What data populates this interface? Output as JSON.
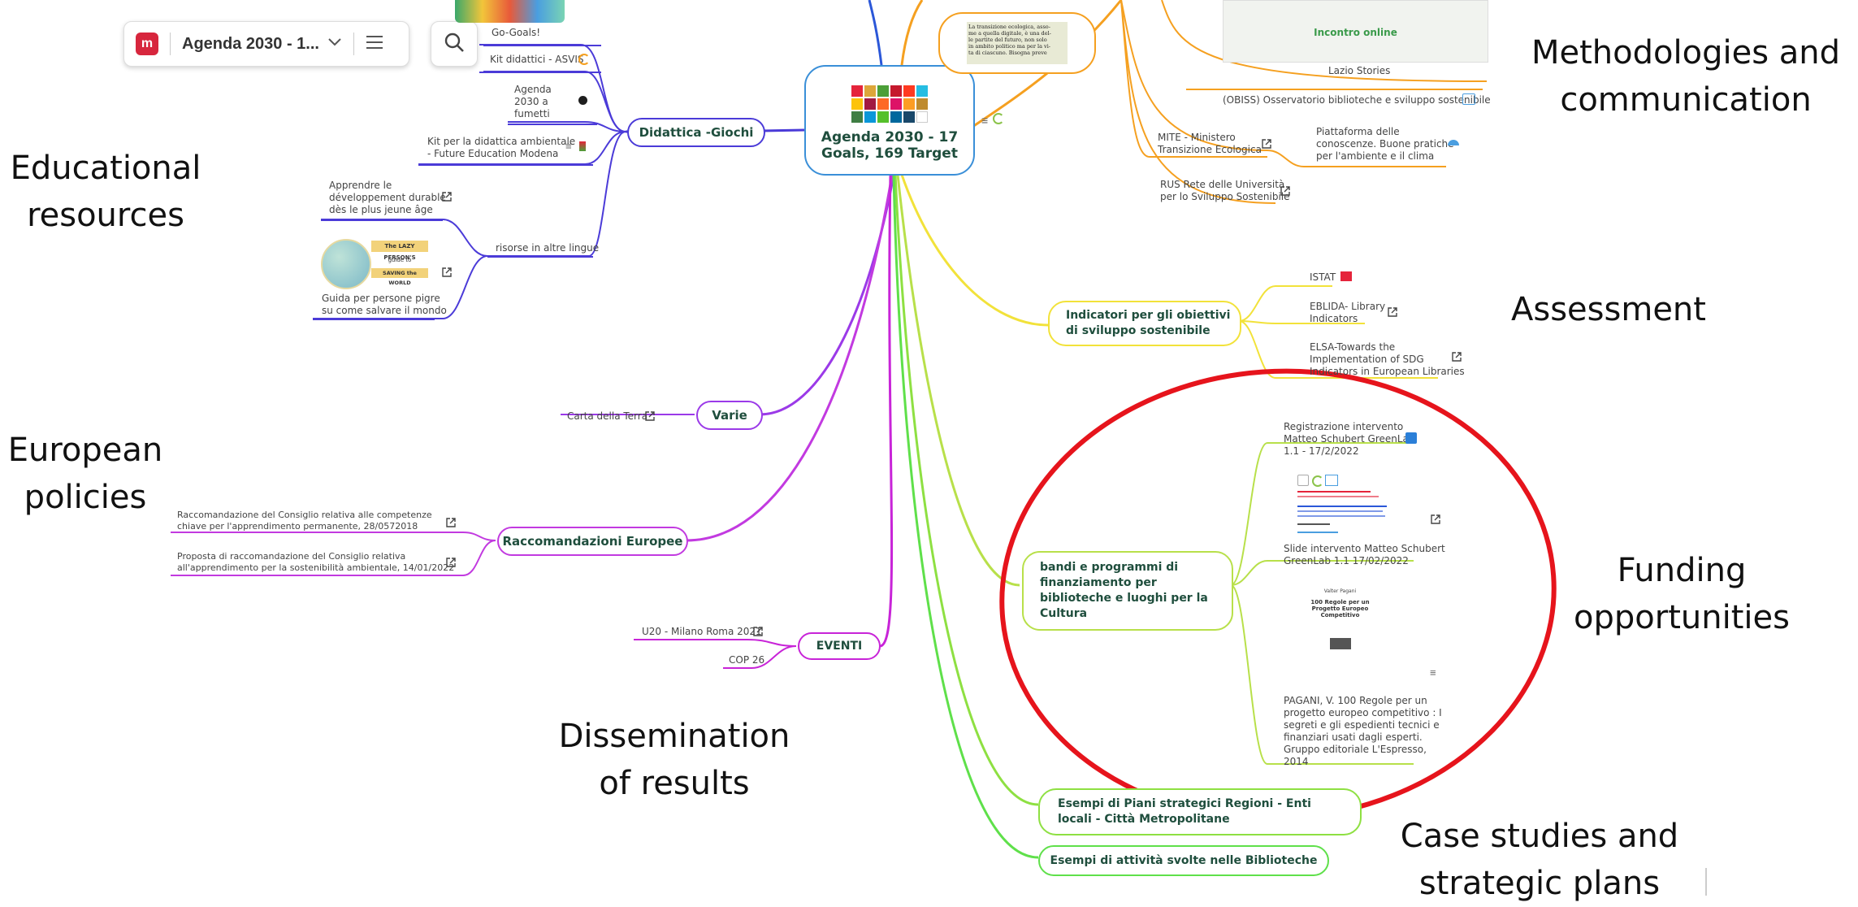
{
  "toolbar": {
    "title": "Agenda 2030 - 1...",
    "logo_text": "m"
  },
  "center": {
    "title_line1": "Agenda 2030 - 17",
    "title_line2": "Goals, 169 Target"
  },
  "quote_snippet": {
    "line1": "La transizione ecologica, asso-",
    "line2": "me a quella digitale, è una del-",
    "line3": "le partite del futuro, non solo",
    "line4": "in ambito politico ma per la vi-",
    "line5": "ta di ciascuno. Bisogna preve"
  },
  "branches": {
    "didattica": {
      "label": "Didattica -Giochi",
      "go_goals": "Go-Goals!",
      "kit_asvis": "Kit didattici - ASVIS",
      "fumetti_l1": "Agenda",
      "fumetti_l2": "2030 a",
      "fumetti_l3": "fumetti",
      "kit_amb_l1": "Kit per la didattica ambientale",
      "kit_amb_l2": "- Future Education Modena",
      "risorse": "risorse in altre lingue",
      "apprendre_l1": "Apprendre le",
      "apprendre_l2": "développement durable",
      "apprendre_l3": "dès le plus jeune âge",
      "lazy_l1": "Guida per persone pigre",
      "lazy_l2": "su come salvare il mondo",
      "lazy_img_l1": "The LAZY PERSON'S",
      "lazy_img_l2": "guide to",
      "lazy_img_l3": "SAVING the WORLD"
    },
    "varie": {
      "label": "Varie",
      "carta": "Carta della Terra"
    },
    "raccomandazioni": {
      "label": "Raccomandazioni Europee",
      "racc1_l1": "Raccomandazione del Consiglio relativa alle competenze",
      "racc1_l2": "chiave per l'apprendimento permanente, 28/0572018",
      "racc2_l1": "Proposta di raccomandazione del Consiglio relativa",
      "racc2_l2": "all'apprendimento per la sostenibilità ambientale, 14/01/2022"
    },
    "eventi": {
      "label": "EVENTI",
      "u20": "U20 - Milano Roma 2021",
      "cop": "COP 26"
    },
    "metodologie": {
      "incontro": "Incontro online",
      "lazio": "Lazio Stories",
      "obiss": "(OBISS) Osservatorio biblioteche e sviluppo sostenibile",
      "mite_l1": "MITE - Ministero",
      "mite_l2": "Transizione Ecologica",
      "piatt_l1": "Piattaforma delle",
      "piatt_l2": "conoscenze. Buone pratiche",
      "piatt_l3": "per l'ambiente e il clima",
      "rus_l1": "RUS Rete delle Università",
      "rus_l2": "per lo Sviluppo Sostenibile"
    },
    "indicatori": {
      "label_l1": "Indicatori per gli obiettivi",
      "label_l2": "di sviluppo sostenibile",
      "istat": "ISTAT",
      "eblida_l1": "EBLIDA- Library",
      "eblida_l2": "Indicators",
      "elsa_l1": "ELSA-Towards the",
      "elsa_l2": "Implementation of SDG",
      "elsa_l3": "Indicators in European Libraries"
    },
    "bandi": {
      "label_l1": "bandi e programmi di",
      "label_l2": "finanziamento per",
      "label_l3": "biblioteche e luoghi per la",
      "label_l4": "Cultura",
      "reg_l1": "Registrazione intervento",
      "reg_l2": "Matteo Schubert GreenLab",
      "reg_l3": "1.1 - 17/2/2022",
      "slide_l1": "Slide intervento Matteo Schubert",
      "slide_l2": "GreenLab 1.1 17/02/2022",
      "book_l1": "Valter Pagani",
      "book_l2": "100 Regole per un",
      "book_l3": "Progetto Europeo",
      "book_l4": "Competitivo",
      "pagani_l1": "PAGANI, V. 100 Regole per un",
      "pagani_l2": "progetto europeo competitivo : I",
      "pagani_l3": "segreti e gli espedienti tecnici e",
      "pagani_l4": "finanziari usati dagli esperti.",
      "pagani_l5": "Gruppo editoriale L'Espresso,",
      "pagani_l6": "2014"
    },
    "esempi_piani": {
      "label_l1": "Esempi di Piani strategici Regioni - Enti",
      "label_l2": "locali - Città Metropolitane"
    },
    "esempi_attivita": {
      "label": "Esempi di attività svolte nelle Biblioteche"
    }
  },
  "annotations": {
    "educational_l1": "Educational",
    "educational_l2": "resources",
    "european_l1": "European",
    "european_l2": "policies",
    "dissemination_l1": "Dissemination",
    "dissemination_l2": "of results",
    "methodologies_l1": "Methodologies and",
    "methodologies_l2": "communication",
    "assessment": "Assessment",
    "funding_l1": "Funding",
    "funding_l2": "opportunities",
    "case_l1": "Case studies and",
    "case_l2": "strategic plans"
  },
  "colors": {
    "didattica": "#4b3bd8",
    "varie": "#9b3ae8",
    "raccomandazioni": "#c23ae0",
    "eventi": "#c824d8",
    "metodologie": "#f5a020",
    "indicatori": "#f2e23a",
    "bandi": "#b8e04a",
    "esempi": "#6fe24a",
    "center": "#3a8fd8",
    "highlight": "#e6141c"
  }
}
